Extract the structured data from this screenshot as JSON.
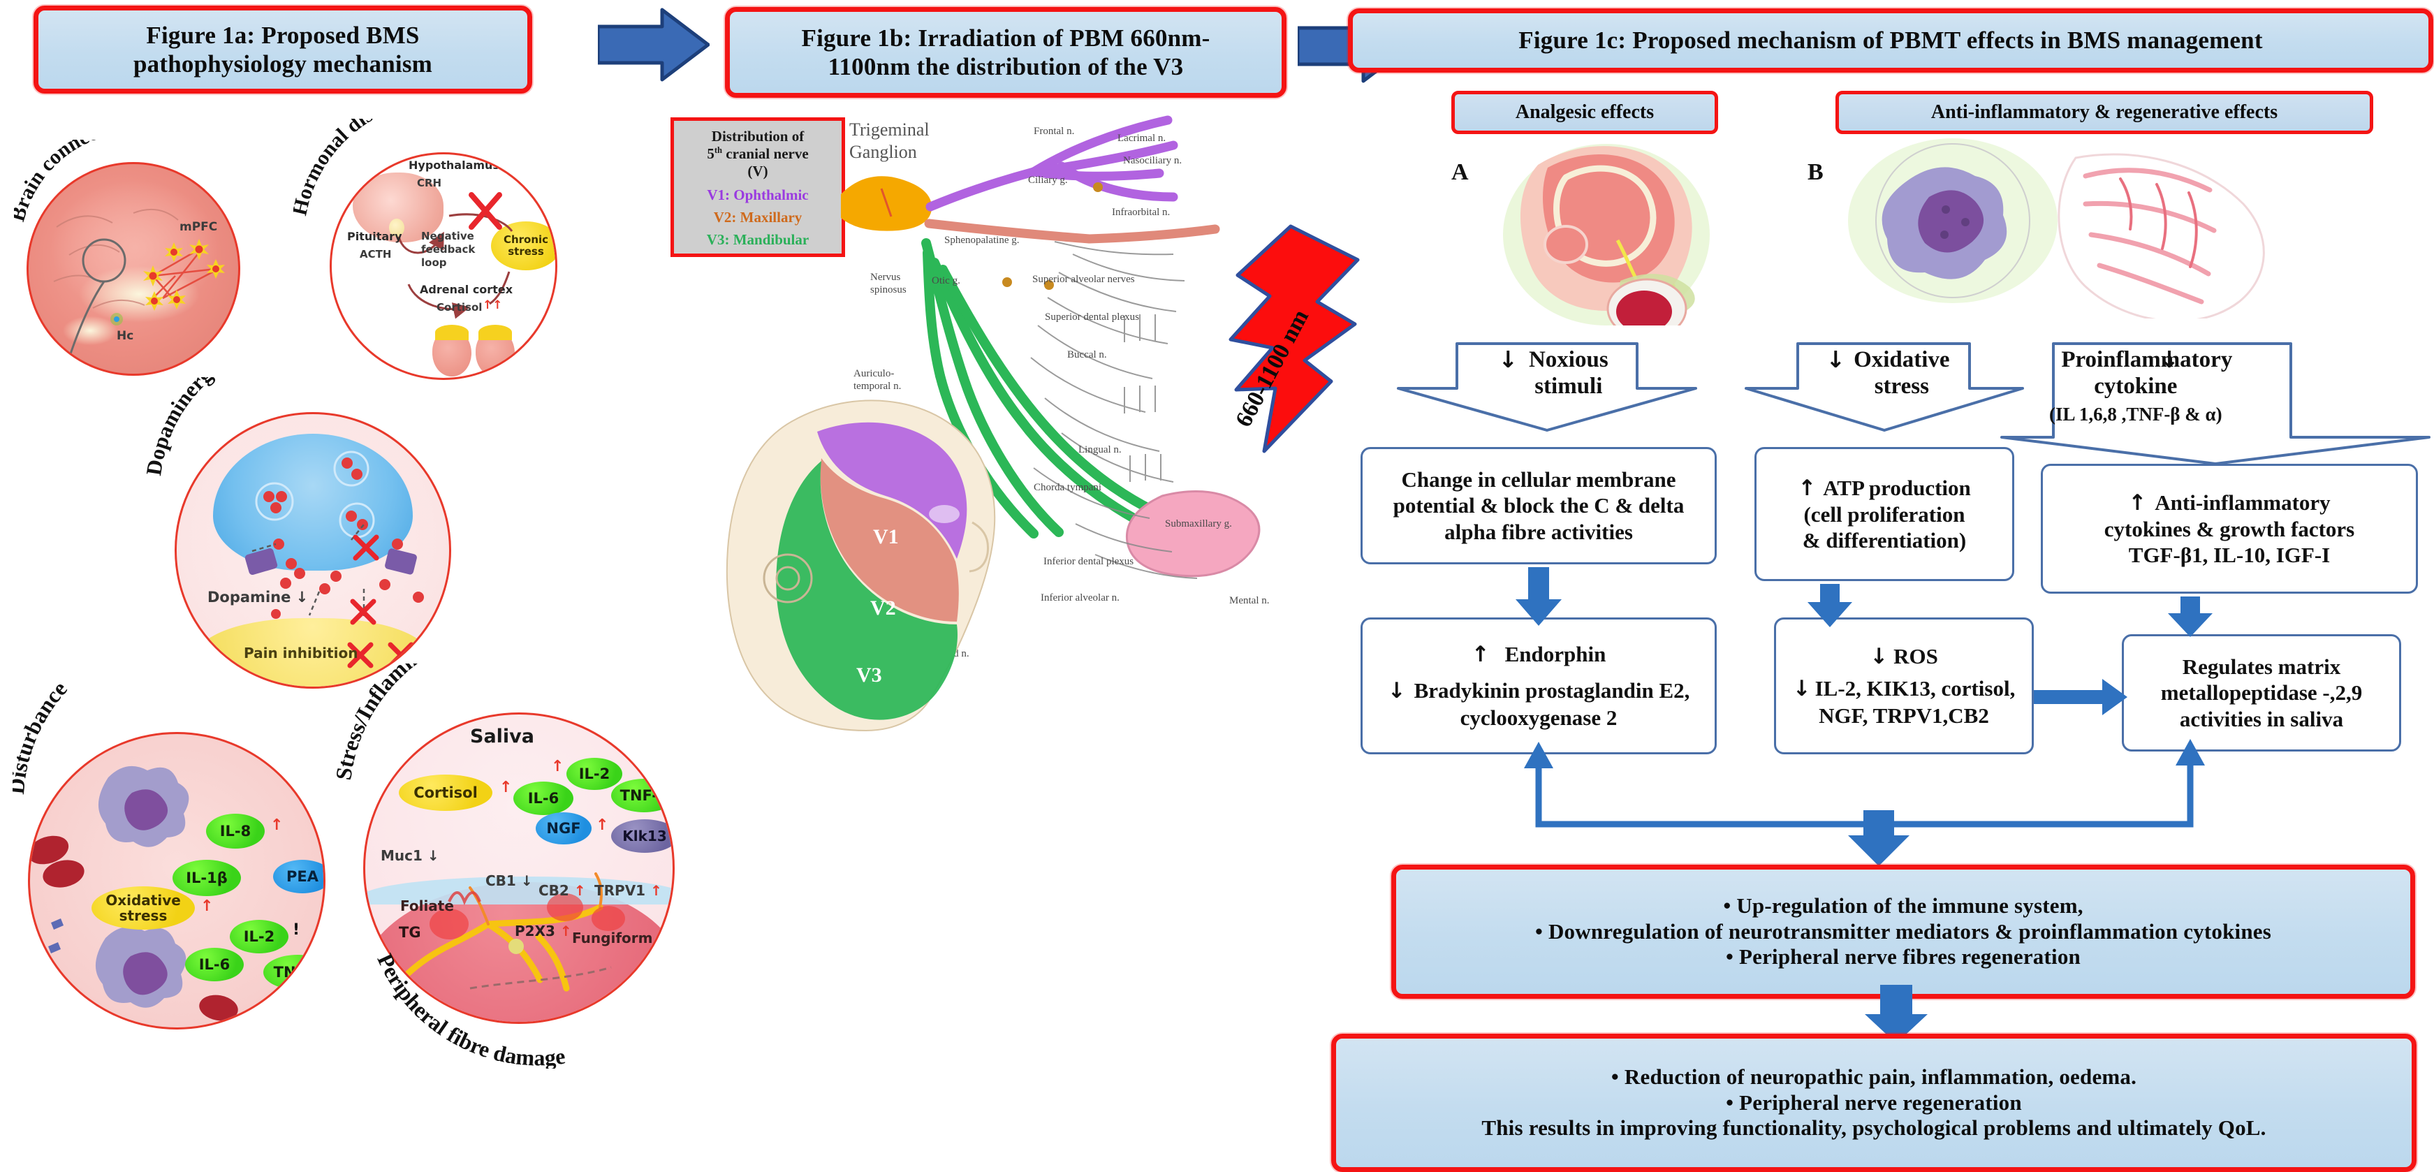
{
  "figure": {
    "panel_a": {
      "title": "Figure 1a: Proposed BMS\npathophysiology mechanism",
      "title_line1": "Figure 1a: Proposed BMS",
      "title_line2": "pathophysiology mechanism",
      "bubbles": [
        {
          "name": "brain-connectivity",
          "caption": "Brain connectivity",
          "labels": [
            "mPFC",
            "Hc"
          ]
        },
        {
          "name": "hormonal-disturbance",
          "caption": "Hormonal disturbance",
          "labels": [
            "Hypothalamus",
            "CRH",
            "Pituitary",
            "ACTH",
            "Negative",
            "feedback",
            "loop",
            "Adrenal cortex",
            "Cortisol",
            "Chronic",
            "stress"
          ],
          "cortisol_change": "↑↑"
        },
        {
          "name": "dopaminergic-system",
          "caption": "Dopaminergic system",
          "labels": [
            "Dopamine",
            "Pain inhibition"
          ],
          "dopamine_change": "↓"
        },
        {
          "name": "immune-system-disturbance",
          "caption": "Disturbance of Immune system",
          "markers": [
            {
              "label": "IL-8",
              "color": "green",
              "change": "↑"
            },
            {
              "label": "IL-1β",
              "color": "green",
              "change": ""
            },
            {
              "label": "PEA",
              "color": "blue",
              "change": "↑"
            },
            {
              "label": "Oxidative\nstress",
              "color": "yellow",
              "change": "↑"
            },
            {
              "label": "IL-2",
              "color": "green",
              "change": "↑"
            },
            {
              "label": "IL-6",
              "color": "green",
              "change": ""
            },
            {
              "label": "TNF-α",
              "color": "green",
              "change": ""
            }
          ]
        },
        {
          "name": "stress-inflammation",
          "caption": "Stress/Inflammation",
          "caption_bottom": "Peripheral fibre damage",
          "heading": "Saliva",
          "markers": [
            {
              "label": "Cortisol",
              "color": "yellow",
              "change": "↑"
            },
            {
              "label": "IL-6",
              "color": "green",
              "change": ""
            },
            {
              "label": "IL-2",
              "color": "green",
              "change": "↑"
            },
            {
              "label": "TNF-α",
              "color": "green",
              "change": ""
            },
            {
              "label": "NGF",
              "color": "blue",
              "change": "↑"
            },
            {
              "label": "Klk13",
              "color": "purple",
              "change": "↑"
            }
          ],
          "receptors": [
            {
              "label": "Muc1",
              "change": "↓"
            },
            {
              "label": "CB1",
              "change": "↓"
            },
            {
              "label": "CB2",
              "change": "↑"
            },
            {
              "label": "TRPV1",
              "change": "↑"
            },
            {
              "label": "P2X3",
              "change": "↑"
            }
          ],
          "tissue_labels": [
            "Foliate",
            "TG",
            "Fungiform"
          ]
        }
      ]
    },
    "panel_b": {
      "title_line1": "Figure 1b: Irradiation of PBM 660nm-",
      "title_line2": "1100nm the distribution of the V3",
      "legend": {
        "heading_line1": "Distribution of",
        "heading_line2": "5th cranial nerve",
        "heading_line3": "(V)",
        "v1": "V1: Ophthalmic",
        "v2": "V2: Maxillary",
        "v3": "V3: Mandibular"
      },
      "ganglion_label_line1": "Trigeminal",
      "ganglion_label_line2": "Ganglion",
      "laser_label": "660-1100 nm",
      "face_regions": [
        "V1",
        "V2",
        "V3"
      ],
      "nerve_labels": [
        "Frontal n.",
        "Lacrimal n.",
        "Nasociliary n.",
        "Ciliary g.",
        "Infraorbital n.",
        "Sphenopalatine g.",
        "Otic g.",
        "Superior alveolar nerves",
        "Superior dental plexus",
        "Nervus spinosus",
        "Buccal n.",
        "Auriculo-\ntemporal n.",
        "Lingual n.",
        "Chorda tympani",
        "Submaxillary g.",
        "Inferior dental plexus",
        "Inferior alveolar n.",
        "Mental n.",
        "Mylohyoid n."
      ]
    },
    "panel_c": {
      "title": "Figure 1c: Proposed mechanism of PBMT effects in BMS management",
      "sub_left": "Analgesic effects",
      "sub_right": "Anti-inflammatory & regenerative effects",
      "letter_a": "A",
      "letter_b": "B",
      "chevrons": [
        {
          "name": "noxious-stimuli",
          "arrow": "↓",
          "line1": "Noxious",
          "line2": "stimuli"
        },
        {
          "name": "oxidative-stress",
          "arrow": "↓",
          "line1": "Oxidative",
          "line2": "stress"
        },
        {
          "name": "proinflammatory-cytokine",
          "arrow": "↓",
          "line1": "Proinflammatory",
          "line2": "cytokine",
          "line3": "(IL 1,6,8 ,TNF-β & α)"
        }
      ],
      "boxes": [
        {
          "name": "membrane-potential-box",
          "lines": [
            "Change in cellular membrane",
            "potential & block the C & delta",
            "alpha fibre activities"
          ]
        },
        {
          "name": "atp-production-box",
          "arrow": "↑",
          "lines": [
            "ATP production",
            "(cell proliferation",
            "& differentiation)"
          ]
        },
        {
          "name": "anti-inflammatory-box",
          "arrow": "↑",
          "lines": [
            "Anti-inflammatory",
            "cytokines & growth factors",
            "TGF-β1, IL-10, IGF-I"
          ]
        },
        {
          "name": "endorphin-box",
          "line1_arrow": "↑",
          "line1": "Endorphin",
          "line2_arrow": "↓",
          "line2": "Bradykinin prostaglandin E2,",
          "line3": "cyclooxygenase 2"
        },
        {
          "name": "ros-box",
          "line1_arrow": "↓",
          "line1": "ROS",
          "line2_arrow": "↓",
          "line2": "IL-2, KIK13, cortisol,",
          "line3": "NGF, TRPV1,CB2"
        },
        {
          "name": "matrix-metallopeptidase-box",
          "lines": [
            "Regulates matrix",
            "metallopeptidase -,2,9",
            "activities in saliva"
          ]
        }
      ],
      "summary_1": {
        "name": "summary-upper",
        "bullets": [
          "•  Up-regulation of the immune system,",
          "•  Downregulation of neurotransmitter mediators & proinflammation cytokines",
          "•  Peripheral nerve fibres regeneration"
        ]
      },
      "summary_2": {
        "name": "summary-lower",
        "bullets": [
          "•  Reduction of neuropathic pain, inflammation, oedema.",
          "•  Peripheral nerve regeneration",
          "This results in improving functionality, psychological problems and ultimately QoL."
        ]
      }
    },
    "colors": {
      "banner_fill": "#c8dced",
      "banner_border": "#f41414",
      "arrow_blue": "#3a6ab5",
      "flow_border": "#4a6fa8",
      "laser_red": "#fc0d0d",
      "v1_purple": "#9a3ae0",
      "v2_orange": "#cf6a1c",
      "v3_green": "#2bb05a"
    }
  }
}
